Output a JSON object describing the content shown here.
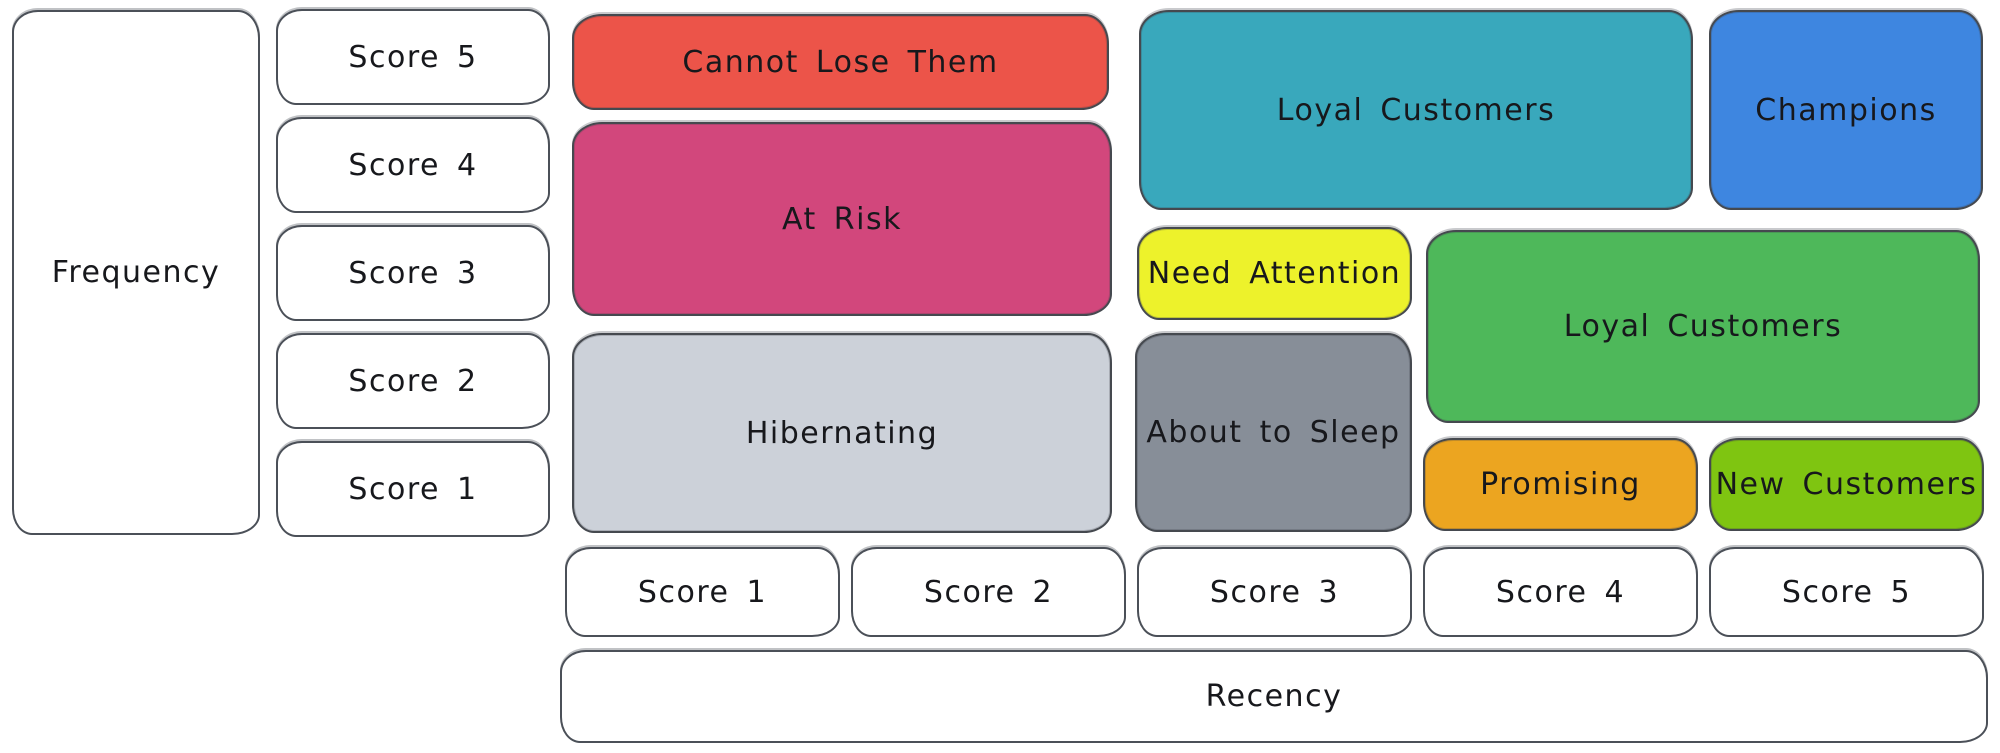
{
  "canvas": {
    "background": "#ffffff",
    "stroke": "#45494f",
    "text_color": "#17181c"
  },
  "axes": {
    "frequency": {
      "label": "Frequency",
      "scores": [
        "Score 5",
        "Score 4",
        "Score 3",
        "Score 2",
        "Score 1"
      ]
    },
    "recency": {
      "label": "Recency",
      "scores": [
        "Score 1",
        "Score 2",
        "Score 3",
        "Score 4",
        "Score 5"
      ]
    }
  },
  "segments": {
    "cannot_lose_them": {
      "label": "Cannot Lose Them",
      "color": "#ec5449"
    },
    "at_risk": {
      "label": "At Risk",
      "color": "#d2477c"
    },
    "hibernating": {
      "label": "Hibernating",
      "color": "#ccd1d9"
    },
    "loyal_customers_top": {
      "label": "Loyal Customers",
      "color": "#39a8bc"
    },
    "champions": {
      "label": "Champions",
      "color": "#3e86e0"
    },
    "need_attention": {
      "label": "Need Attention",
      "color": "#edf22b"
    },
    "about_to_sleep": {
      "label": "About to Sleep",
      "color": "#878e98"
    },
    "loyal_customers_mid": {
      "label": "Loyal Customers",
      "color": "#4eb85a"
    },
    "promising": {
      "label": "Promising",
      "color": "#eca520"
    },
    "new_customers": {
      "label": "New Customers",
      "color": "#7fc511"
    }
  }
}
